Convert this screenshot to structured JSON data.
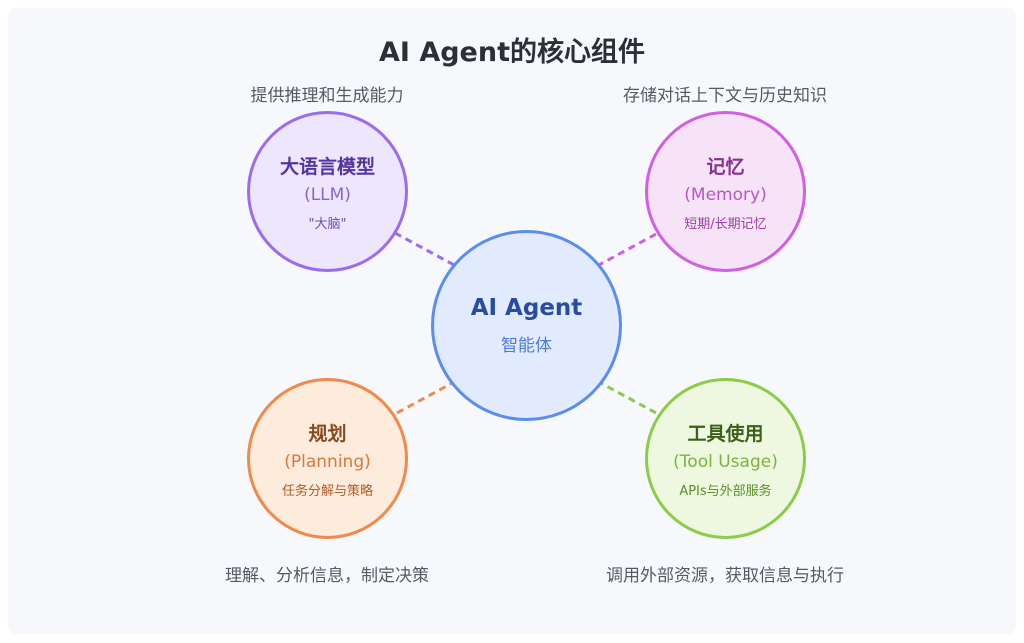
{
  "title": "AI Agent的核心组件",
  "center": {
    "name": "AI Agent",
    "subtitle": "智能体"
  },
  "components": {
    "llm": {
      "name": "大语言模型",
      "en": "(LLM)",
      "desc": "\"大脑\"",
      "caption": "提供推理和生成能力",
      "color": "#9c6cf0"
    },
    "memory": {
      "name": "记忆",
      "en": "(Memory)",
      "desc": "短期/长期记忆",
      "caption": "存储对话上下文与历史知识",
      "color": "#d25ee3"
    },
    "planning": {
      "name": "规划",
      "en": "(Planning)",
      "desc": "任务分解与策略",
      "caption": "理解、分析信息，制定决策",
      "color": "#f08a4b"
    },
    "tools": {
      "name": "工具使用",
      "en": "(Tool Usage)",
      "desc": "APIs与外部服务",
      "caption": "调用外部资源，获取信息与执行",
      "color": "#8ccc48"
    }
  },
  "center_color": "#5b8cf0"
}
